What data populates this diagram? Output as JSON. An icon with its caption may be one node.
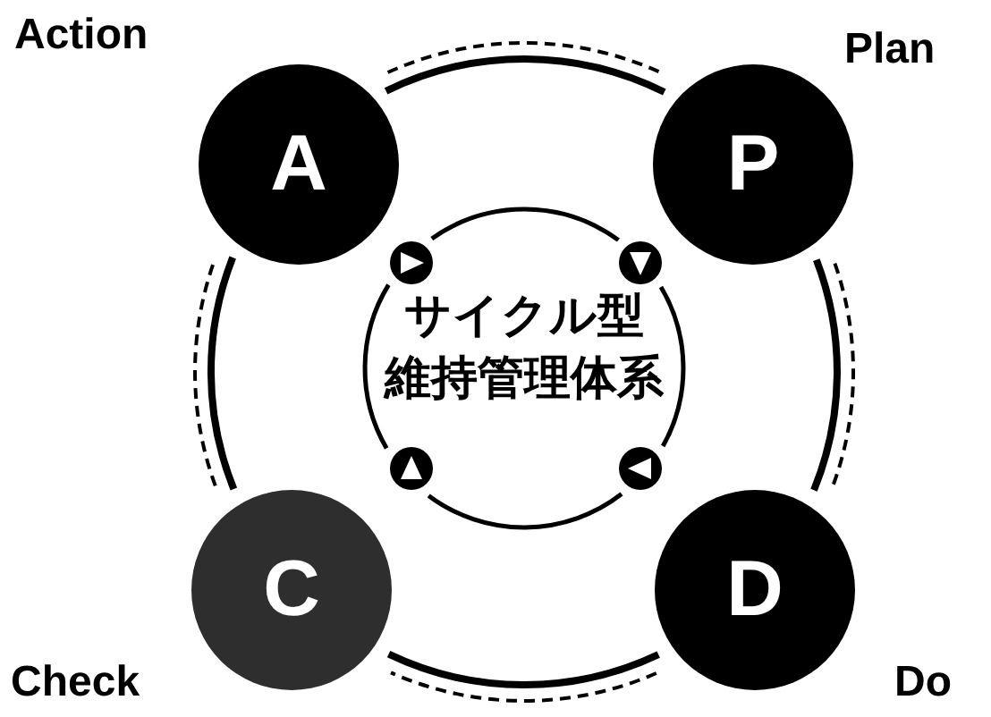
{
  "diagram": {
    "nodes": [
      {
        "text": [
          "A"
        ],
        "beside": [
          "Action"
        ]
      },
      {
        "text": [
          "P"
        ],
        "beside": [
          "Plan"
        ]
      },
      {
        "text": [
          "D"
        ],
        "beside": [
          "Do"
        ]
      },
      {
        "text": [
          "C"
        ],
        "beside": [
          "Check"
        ]
      },
      {
        "text": [
          "サイクル型",
          "維持管理体系"
        ]
      },
      {
        "text": [],
        "shape": "circle"
      },
      {
        "text": [],
        "shape": "circle"
      },
      {
        "text": [],
        "shape": "circle"
      },
      {
        "text": [],
        "shape": "circle"
      }
    ],
    "edges": [
      {
        "from": 0,
        "to": 1,
        "arrow": "none"
      },
      {
        "from": 1,
        "to": 2,
        "arrow": "none"
      },
      {
        "from": 2,
        "to": 3,
        "arrow": "none"
      },
      {
        "from": 3,
        "to": 0,
        "arrow": "none"
      },
      {
        "from": 5,
        "to": 6,
        "arrow": "none"
      },
      {
        "from": 6,
        "to": 7,
        "arrow": "none"
      },
      {
        "from": 7,
        "to": 8,
        "arrow": "none"
      },
      {
        "from": 8,
        "to": 5,
        "arrow": "none"
      },
      {
        "from": 0,
        "to": 1,
        "arrow": "none",
        "style": "dashed"
      },
      {
        "from": 1,
        "to": 2,
        "arrow": "none",
        "style": "dashed"
      },
      {
        "from": 2,
        "to": 3,
        "arrow": "none",
        "style": "dashed"
      },
      {
        "from": 3,
        "to": 0,
        "arrow": "none",
        "style": "dashed"
      }
    ]
  }
}
